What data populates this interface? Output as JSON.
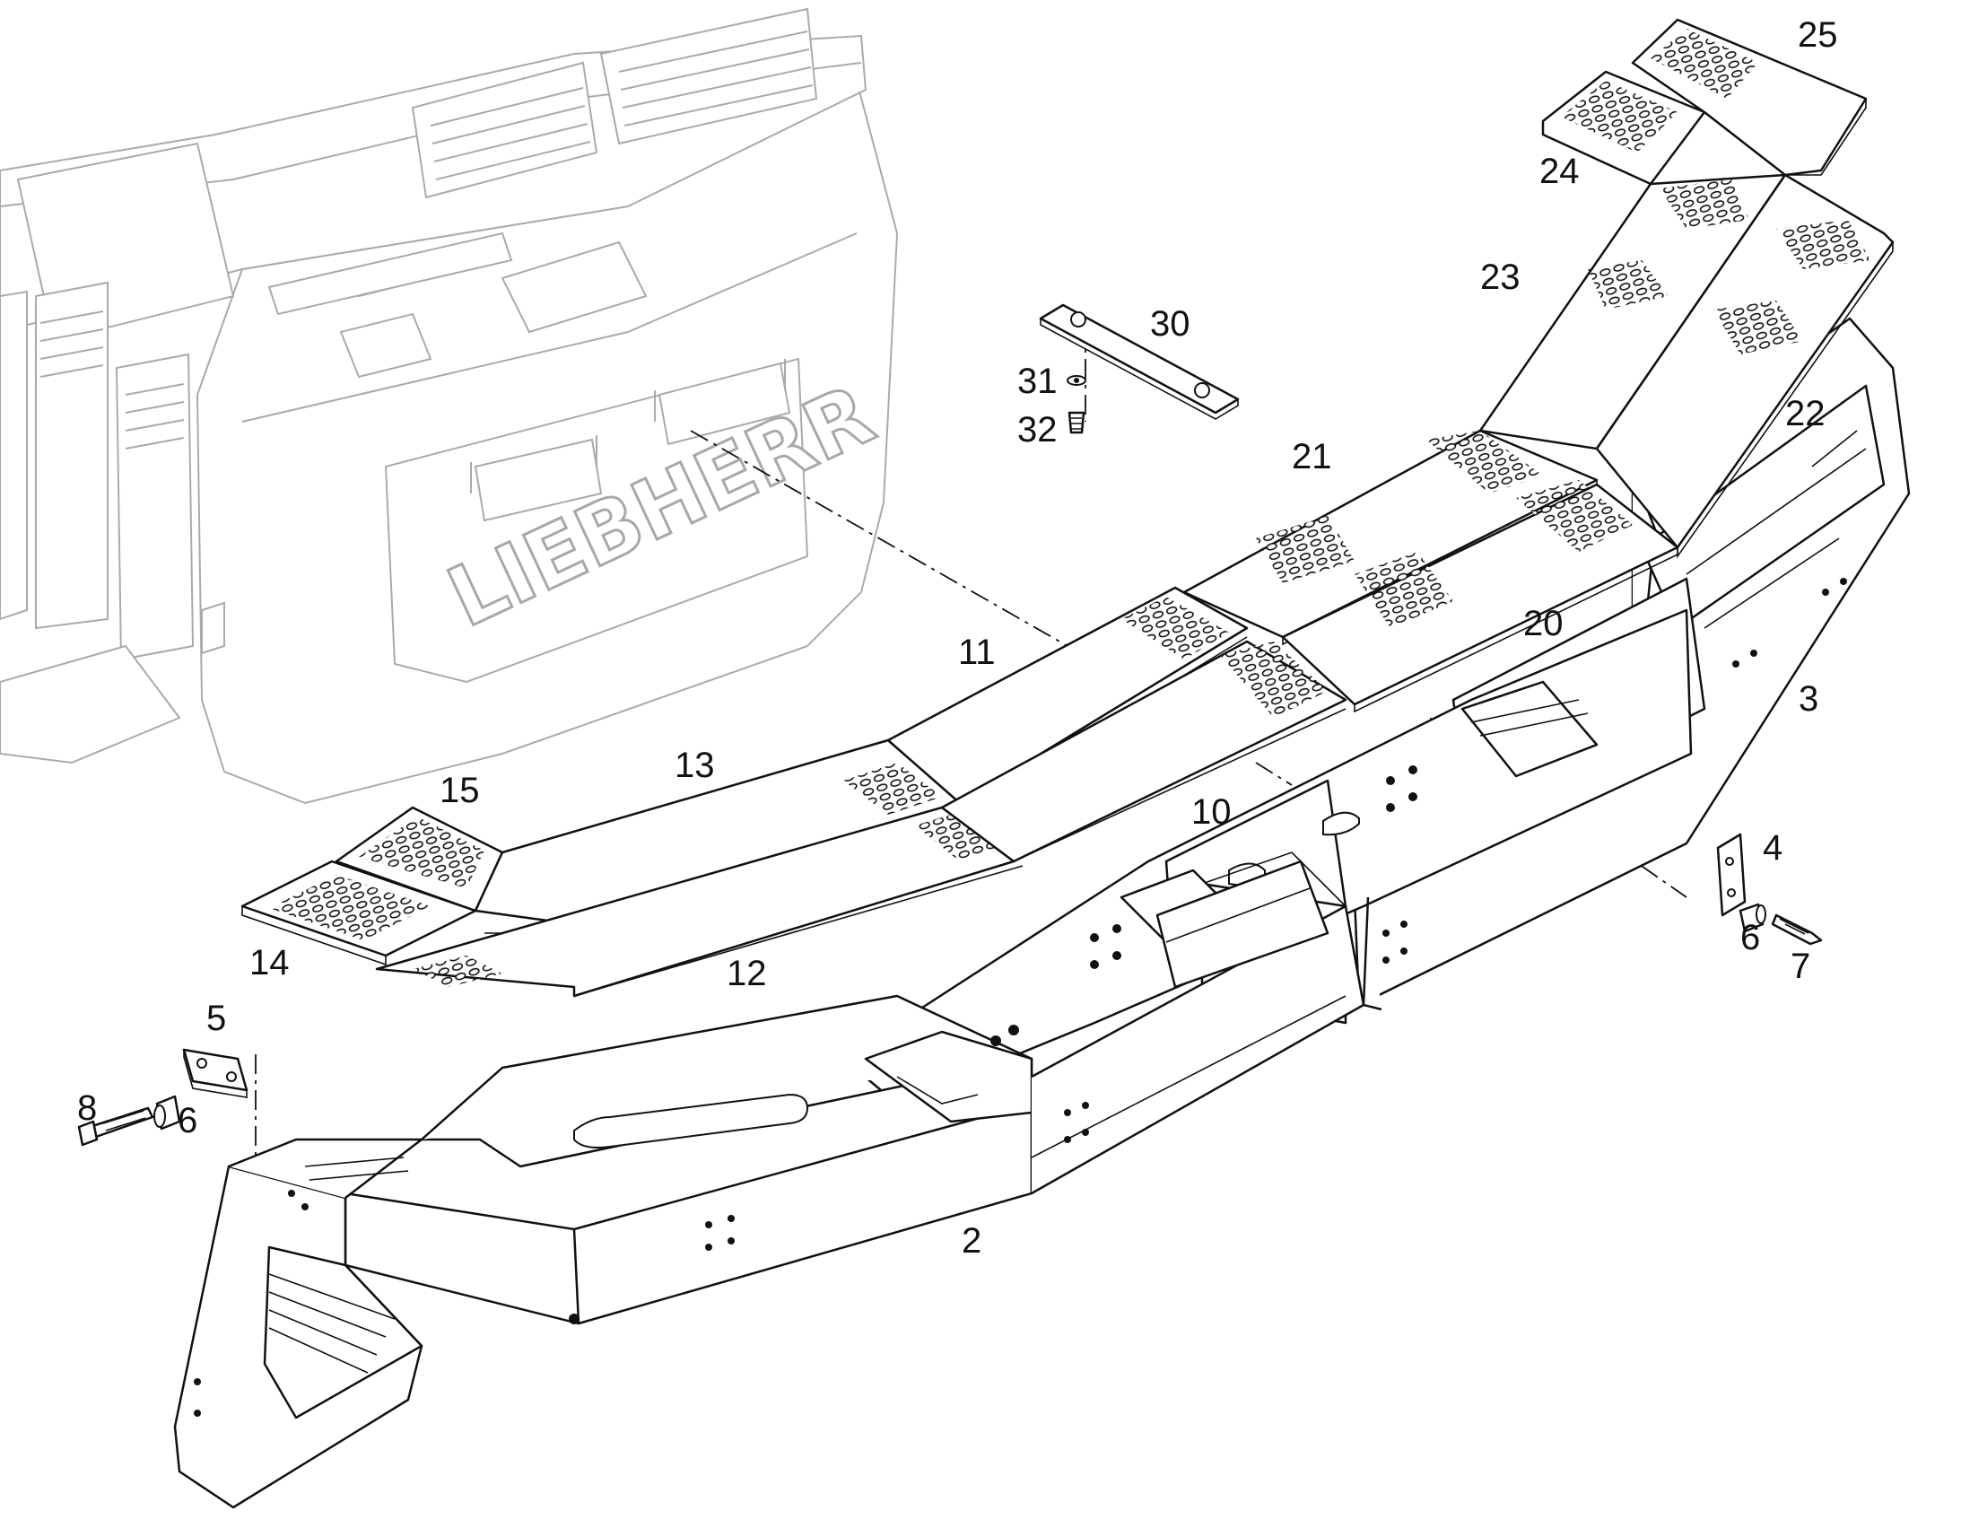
{
  "brand_text": "LIEBHERR",
  "callouts": {
    "p2": "2",
    "p3": "3",
    "p4": "4",
    "p5": "5",
    "p6a": "6",
    "p6b": "6",
    "p7": "7",
    "p8": "8",
    "p10": "10",
    "p11": "11",
    "p12": "12",
    "p13": "13",
    "p14": "14",
    "p15": "15",
    "p20": "20",
    "p21": "21",
    "p22": "22",
    "p23": "23",
    "p24": "24",
    "p25": "25",
    "p30": "30",
    "p31": "31",
    "p32": "32"
  },
  "colors": {
    "line": "#111111",
    "ghost_line": "#aaaaaa",
    "background": "#ffffff"
  }
}
